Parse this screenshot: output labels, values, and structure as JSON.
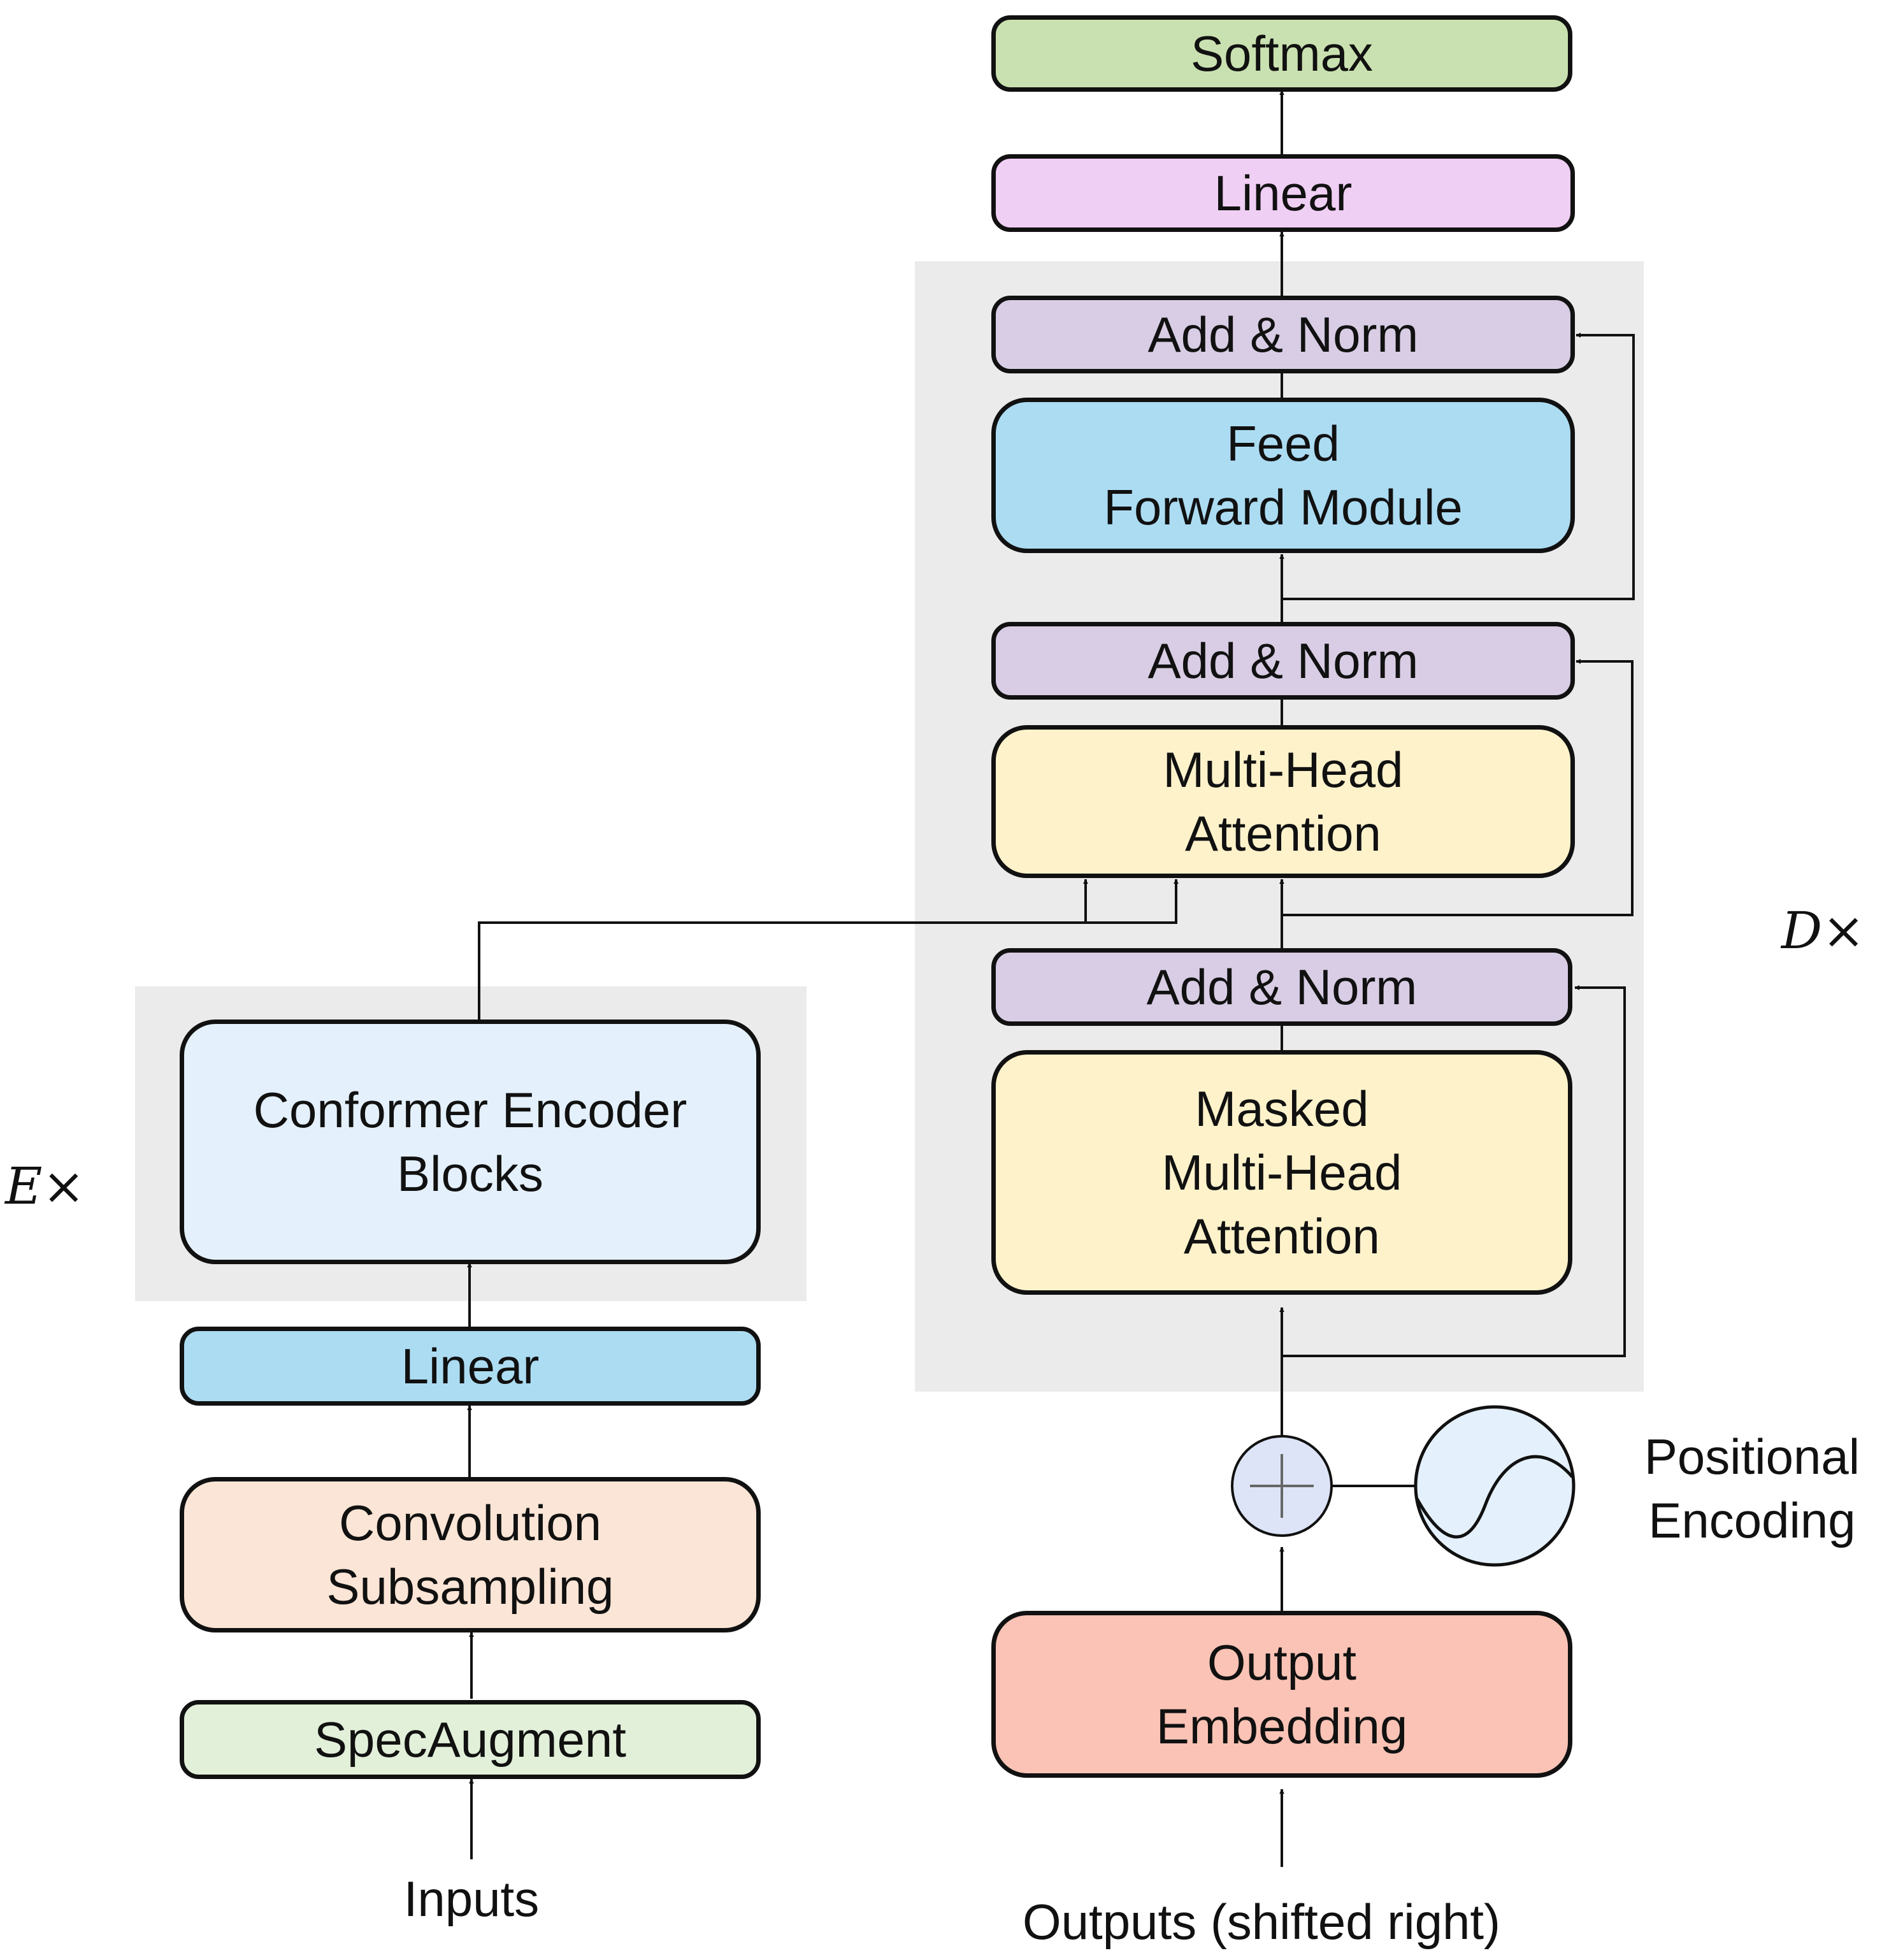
{
  "colors": {
    "softmax": "#c9e1b0",
    "linear_top": "#f0cff4",
    "add_norm": "#d8cde4",
    "feed_forward": "#acdcf2",
    "attention": "#fef2cb",
    "conformer": "#e4f0fb",
    "linear_enc": "#acdcf2",
    "convolution": "#fbe5d6",
    "specaugment": "#e2f0d9",
    "output_embedding": "#fac3b5",
    "positional_circle": "#e4f0fb",
    "plus_circle": "#dde4f7",
    "repeat_region": "#ebebeb"
  },
  "encoder": {
    "conformer_label": "Conformer Encoder\nBlocks",
    "linear_label": "Linear",
    "convolution_label": "Convolution\nSubsampling",
    "specaugment_label": "SpecAugment",
    "inputs_label": "Inputs",
    "repeat_symbol": "E×"
  },
  "decoder": {
    "softmax_label": "Softmax",
    "linear_label": "Linear",
    "add_norm_label": "Add & Norm",
    "feed_forward_label": "Feed\nForward Module",
    "multi_head_label": "Multi-Head\nAttention",
    "masked_attention_label": "Masked\nMulti-Head\nAttention",
    "output_embedding_label": "Output\nEmbedding",
    "outputs_label": "Outputs (shifted right)",
    "positional_label": "Positional\nEncoding",
    "repeat_symbol": "D×"
  },
  "icons": {
    "plus": "plus-circle-icon",
    "sine": "sine-wave-icon"
  }
}
